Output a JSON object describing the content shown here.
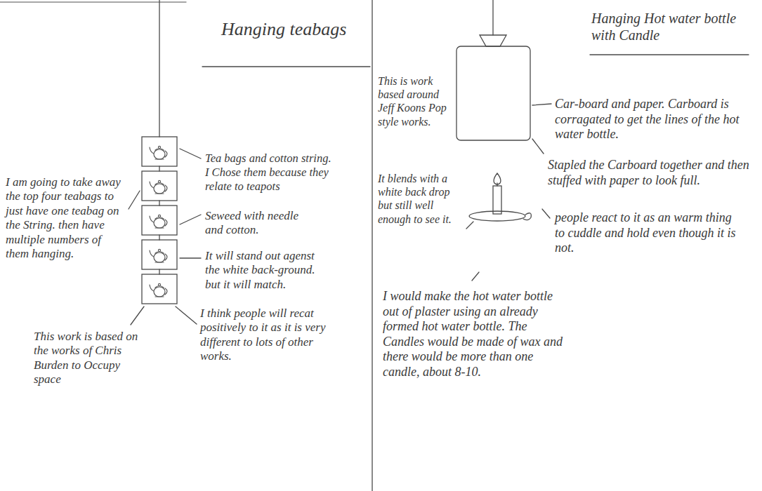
{
  "diagram": {
    "labels": [
      "Hanging teabags",
      "Hanging Hot water bottle with Candle",
      "I am going to take away the top four teabags to just have one teabag on the String. then have multiple numbers of them hanging.",
      "Tea bags and cotton string. I Chose them because they relate to teapots",
      "Seweed with needle and cotton.",
      "It will stand out agenst the white back-ground. but it will match.",
      "This work is based on the works of Chris Burden to Occupy space",
      "I think people will recat positively to it as it is very different to lots of other works.",
      "This is work based around Jeff Koons Pop style works.",
      "Car-board and paper. Carboard is corragated to get the lines of the hot water bottle.",
      "Stapled the Carboard together and then stuffed with paper to look full.",
      "people react to it as an warm thing to cuddle and hold even though it is not.",
      "It blends with a white back drop but still well enough to see it.",
      "I would make the hot water bottle out of plaster using an already formed hot water bottle. The Candles would be made of wax and there would be more than one candle, about 8-10."
    ]
  }
}
